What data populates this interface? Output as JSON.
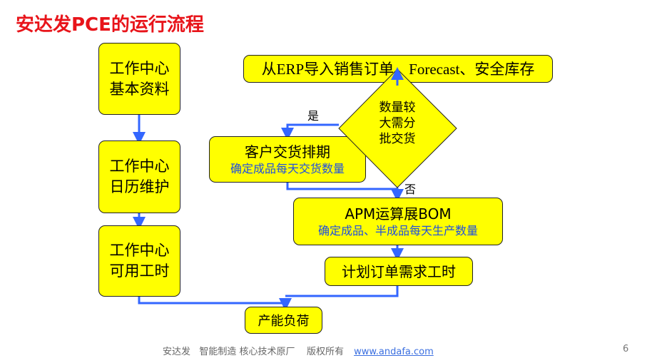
{
  "title": "安达发PCE的运行流程",
  "nodes": {
    "wc_basic": "工作中心基本资料",
    "wc_calendar": "工作中心日历维护",
    "wc_hours": "工作中心可用工时",
    "import": "从ERP导入销售订单、Forecast、安全库存",
    "decision": "数量较大需分批交货",
    "schedule_title": "客户交货排期",
    "schedule_sub": "确定成品每天交货数量",
    "apm_title": "APM运算展BOM",
    "apm_sub": "确定成品、半成品每天生产数量",
    "plan": "计划订单需求工时",
    "capacity": "产能负荷"
  },
  "labels": {
    "yes": "是",
    "no": "否"
  },
  "footer": {
    "text": "安达发   智能制造 核心技术原厂    版权所有",
    "link": "www.andafa.com",
    "page": "6"
  },
  "colors": {
    "box": "#ffff00",
    "arrow": "#3366ff",
    "title": "#e8141a"
  }
}
